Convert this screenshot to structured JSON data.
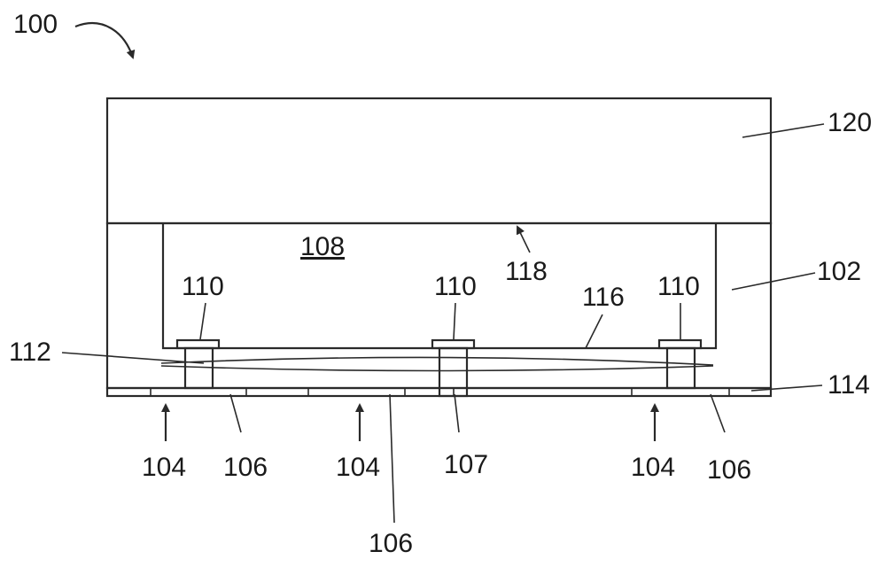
{
  "labels": {
    "ref_100": "100",
    "ref_120": "120",
    "ref_108": "108",
    "ref_118": "118",
    "ref_102": "102",
    "ref_110_left": "110",
    "ref_110_mid": "110",
    "ref_110_right": "110",
    "ref_116": "116",
    "ref_112": "112",
    "ref_114": "114",
    "ref_104_left": "104",
    "ref_104_mid": "104",
    "ref_104_right": "104",
    "ref_106_left": "106",
    "ref_106_mid": "106",
    "ref_106_right": "106",
    "ref_107": "107"
  }
}
